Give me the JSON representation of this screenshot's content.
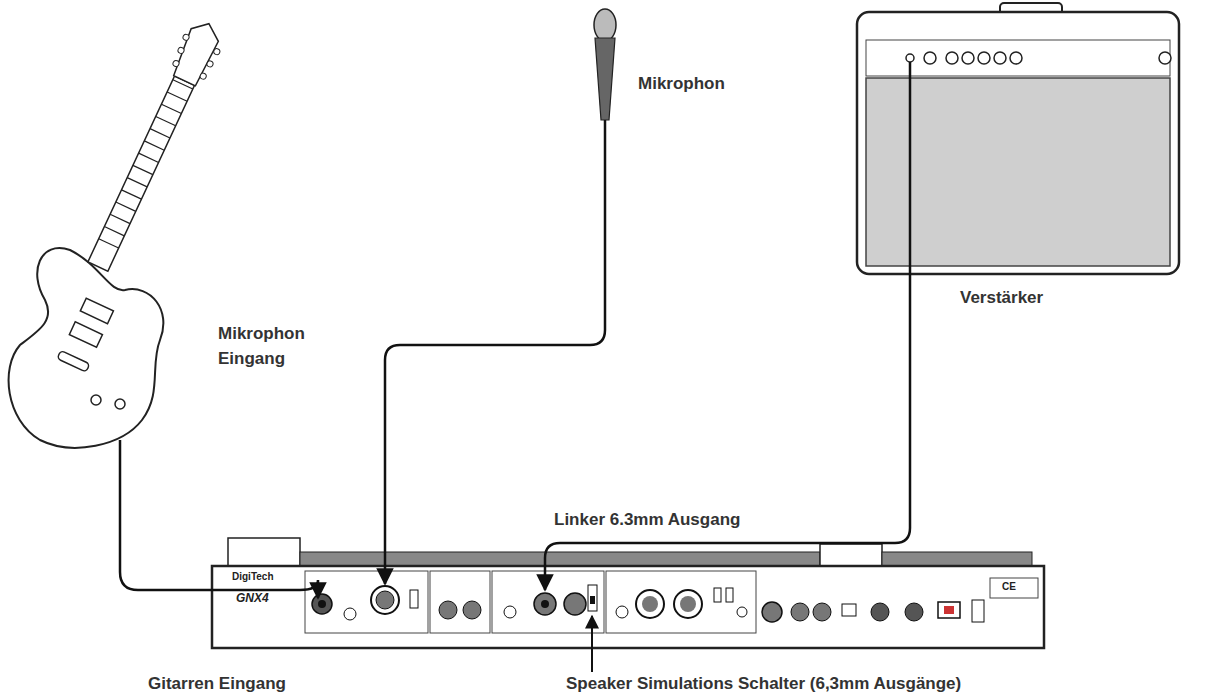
{
  "diagram": {
    "labels": [
      "Mikrophon",
      "Verstärker",
      "Mikrophon Eingang",
      "Linker 6.3mm Ausgang",
      "Gitarren Eingang",
      "Speaker Simulations Schalter (6,3mm Ausgänge)",
      "DigiTech",
      "GNX4",
      "CE"
    ]
  }
}
